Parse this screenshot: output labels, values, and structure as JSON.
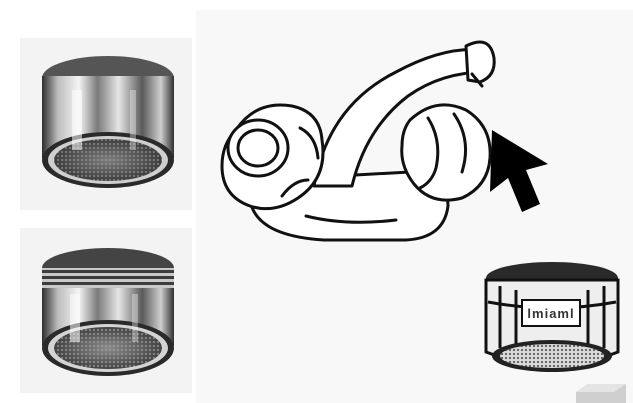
{
  "scene": {
    "background": "#ffffff",
    "panel_backgrounds": "#f3f3f3",
    "metal_dark": "#3a3a3a",
    "metal_light": "#e8e8e8",
    "line_color": "#111111"
  },
  "aerator_top": {
    "icon": "chrome-aerator"
  },
  "aerator_bottom": {
    "icon": "chrome-aerator"
  },
  "faucet": {
    "icon": "mixer-faucet-line-drawing"
  },
  "arrow": {
    "icon": "up-pointing-arrow",
    "direction": "up-left"
  },
  "aerator_insert": {
    "icon": "aerator-insert",
    "brand_text": "lmiaml"
  }
}
